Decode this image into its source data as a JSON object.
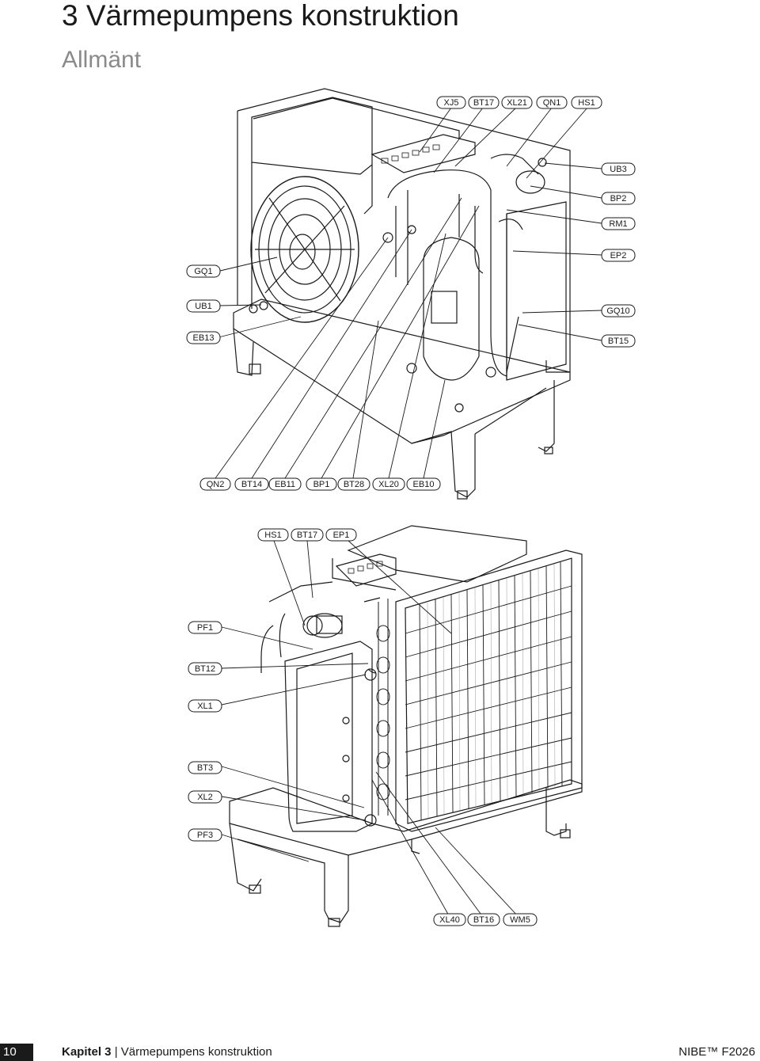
{
  "header": {
    "title": "3 Värmepumpens konstruktion",
    "subtitle": "Allmänt"
  },
  "figure_top": {
    "labels": [
      "XJ5",
      "BT17",
      "XL21",
      "QN1",
      "HS1",
      "UB3",
      "BP2",
      "RM1",
      "EP2",
      "GQ10",
      "BT15",
      "GQ1",
      "UB1",
      "EB13",
      "QN2",
      "BT14",
      "EB11",
      "BP1",
      "BT28",
      "XL20",
      "EB10"
    ]
  },
  "figure_bottom": {
    "labels": [
      "HS1",
      "BT17",
      "EP1",
      "PF1",
      "BT12",
      "XL1",
      "BT3",
      "XL2",
      "PF3",
      "XL40",
      "BT16",
      "WM5"
    ]
  },
  "footer": {
    "page_number": "10",
    "chapter_bold": "Kapitel 3",
    "chapter_separator": "|",
    "chapter_title": "Värmepumpens konstruktion",
    "brand": "NIBE™ F2026"
  }
}
